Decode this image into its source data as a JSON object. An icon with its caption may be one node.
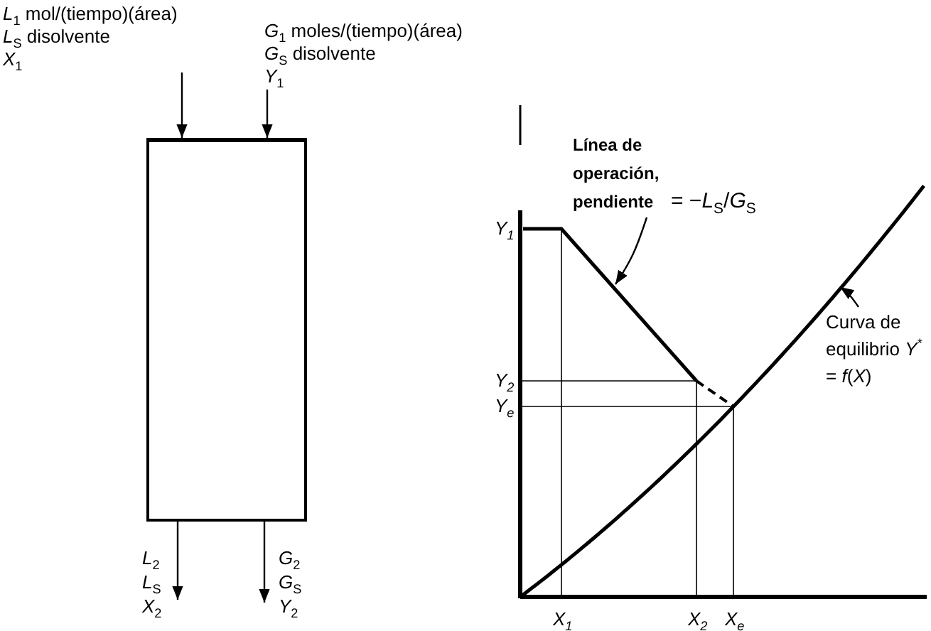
{
  "diagram": {
    "nodes": [
      {
        "text": [],
        "shape": "box"
      },
      {
        "text": [
          "*L*$_{1}$ mol/(tiempo)(área)",
          "*L*$_{S}$ disolvente",
          "*X*$_{1}$"
        ]
      },
      {
        "text": [
          "*G*$_{1}$ moles/(tiempo)(área)",
          "*G*$_{S}$ disolvente",
          "*Y*$_{1}$"
        ]
      },
      {
        "text": [
          "*L*$_{2}$",
          "*L*$_{S}$",
          "*X*$_{2}$"
        ]
      },
      {
        "text": [
          "*G*$_{2}$",
          "*G*$_{S}$",
          "*Y*$_{2}$"
        ]
      },
      {
        "text": [
          "Línea de operación, pendiente",
          "= −*L*$_{S}$/*G*$_{S}$"
        ]
      },
      {
        "text": [
          "Curva de equilibrio *Y*$^{*}$ = *f*(*X*)"
        ]
      }
    ],
    "edges": [
      {
        "from": 1,
        "to": 0,
        "arrow": "to"
      },
      {
        "from": 2,
        "to": 0,
        "arrow": "to"
      },
      {
        "from": 0,
        "to": 3,
        "arrow": "to"
      },
      {
        "from": 0,
        "to": 4,
        "arrow": "to"
      },
      {
        "from": 5,
        "to": null,
        "arrow": "to"
      },
      {
        "from": 6,
        "to": null,
        "arrow": "to"
      }
    ],
    "labels": [
      "*Y*$_{1}$",
      "*Y*$_{2}$",
      "*Y*$_{e}$",
      "*X*$_{1}$",
      "*X*$_{2}$",
      "*X*$_{e}$"
    ]
  }
}
